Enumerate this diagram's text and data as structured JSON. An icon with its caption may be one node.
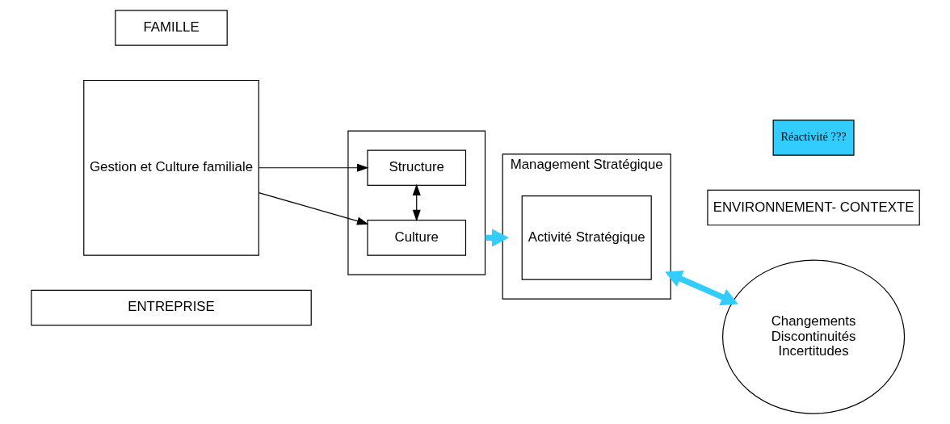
{
  "diagram": {
    "nodes": [
      {
        "text": [
          "FAMILLE"
        ]
      },
      {
        "text": [
          "ENTREPRISE"
        ]
      },
      {
        "text": [
          "ENVIRONNEMENT- CONTEXTE"
        ]
      },
      {
        "text": [
          "Gestion et Culture familiale"
        ]
      },
      {
        "text": [],
        "shape": "box"
      },
      {
        "text": [
          "Culture"
        ],
        "in": 4
      },
      {
        "text": [
          "Structure"
        ],
        "in": 4
      },
      {
        "text": [
          "Management Stratégique"
        ]
      },
      {
        "text": [
          "Activité Stratégique"
        ],
        "in": 7
      },
      {
        "text": [
          "Réactivité ???"
        ]
      },
      {
        "text": [
          "Changements",
          "Discontinuités",
          "Incertitudes"
        ]
      }
    ],
    "edges": [
      {
        "from": 3,
        "to": 5,
        "arrow": "to"
      },
      {
        "from": 3,
        "to": 6,
        "arrow": "to"
      },
      {
        "from": 5,
        "to": 6,
        "arrow": "both"
      },
      {
        "from": 4,
        "to": 7,
        "arrow": "to",
        "style": "thick",
        "color": "#33ccff"
      },
      {
        "from": 7,
        "to": 10,
        "arrow": "both",
        "style": "thick",
        "color": "#33ccff"
      }
    ]
  }
}
